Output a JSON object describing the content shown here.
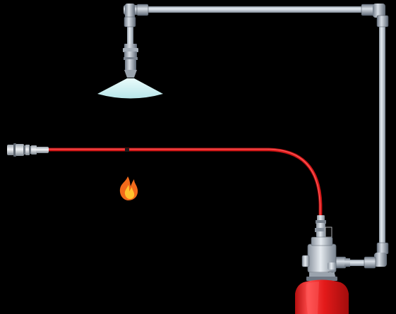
{
  "diagram": {
    "background_color": "#000000",
    "components": {
      "pipe": {
        "name": "metal-pipe",
        "color": "#c9d2dc",
        "edge_color": "#6b7683"
      },
      "nozzle": {
        "name": "spray-nozzle",
        "spray_color": "#cfeef0"
      },
      "detection_tube": {
        "name": "detection-tube",
        "color": "#d81818",
        "highlight": "#f04848"
      },
      "end_plug": {
        "name": "end-plug-fitting",
        "color": "#d9d9d9"
      },
      "flame": {
        "name": "flame-icon",
        "outer": "#f26a1b",
        "inner": "#ffc22e"
      },
      "valve": {
        "name": "cylinder-valve",
        "color": "#c6ccd3"
      },
      "cylinder": {
        "name": "extinguisher-cylinder",
        "color": "#e01b1b",
        "highlight": "#ff5a5a"
      }
    }
  }
}
